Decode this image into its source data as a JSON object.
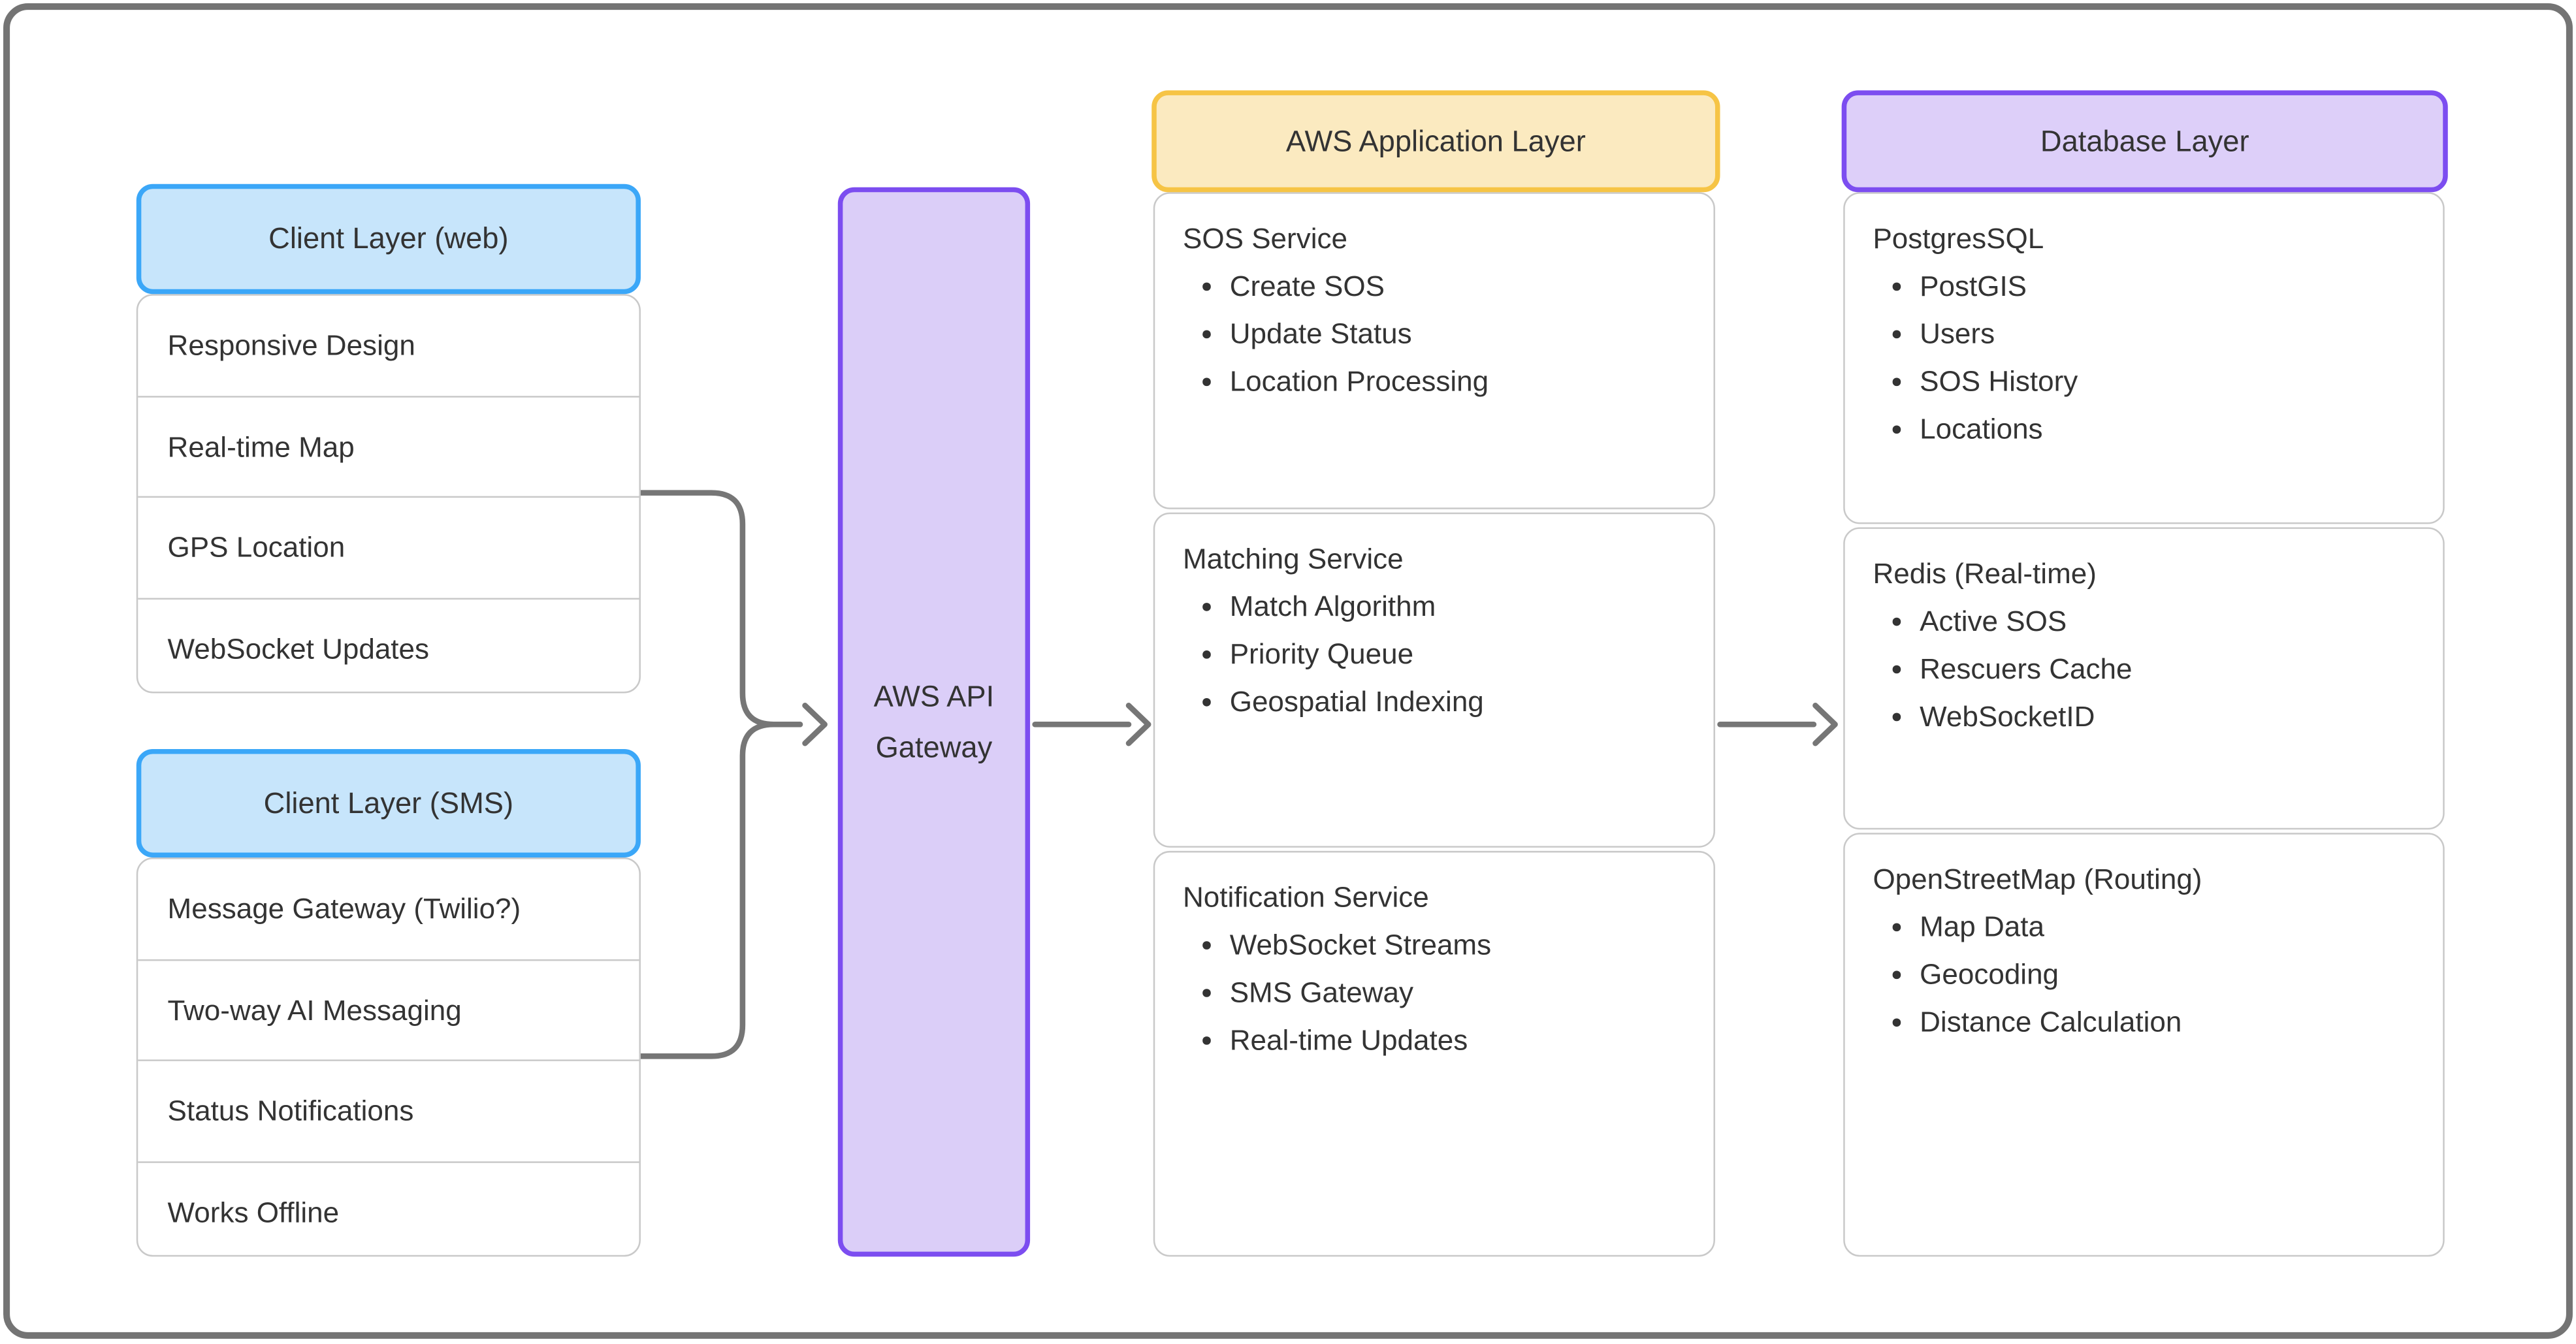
{
  "colors": {
    "frame-border": "#747474",
    "connector": "#767676",
    "blue-border": "#3ba7f8",
    "blue-fill": "#c7e5fb",
    "yellow-border": "#f6c445",
    "yellow-fill": "#fbeac0",
    "purple-border": "#7c4df0",
    "purple-fill": "#ddcff9",
    "gateway-fill": "#dbcef8",
    "box-border": "#c9c9c9",
    "text": "#333333"
  },
  "client_web": {
    "header": "Client Layer (web)",
    "rows": [
      "Responsive Design",
      "Real-time Map",
      "GPS Location",
      "WebSocket Updates"
    ]
  },
  "client_sms": {
    "header": "Client Layer (SMS)",
    "rows": [
      "Message Gateway (Twilio?)",
      "Two-way AI Messaging",
      "Status Notifications",
      "Works Offline"
    ]
  },
  "gateway": {
    "line1": "AWS API",
    "line2": "Gateway"
  },
  "app_layer": {
    "header": "AWS Application Layer",
    "sections": [
      {
        "title": "SOS Service",
        "bullets": [
          "Create SOS",
          "Update Status",
          "Location Processing"
        ]
      },
      {
        "title": "Matching Service",
        "bullets": [
          "Match Algorithm",
          "Priority Queue",
          "Geospatial Indexing"
        ]
      },
      {
        "title": "Notification Service",
        "bullets": [
          "WebSocket Streams",
          "SMS Gateway",
          "Real-time Updates"
        ]
      }
    ]
  },
  "db_layer": {
    "header": "Database Layer",
    "sections": [
      {
        "title": "PostgresSQL",
        "bullets": [
          "PostGIS",
          "Users",
          "SOS History",
          "Locations"
        ]
      },
      {
        "title": "Redis (Real-time)",
        "bullets": [
          "Active SOS",
          "Rescuers Cache",
          "WebSocketID"
        ]
      },
      {
        "title": "OpenStreetMap (Routing)",
        "bullets": [
          "Map Data",
          "Geocoding",
          "Distance Calculation"
        ]
      }
    ]
  }
}
